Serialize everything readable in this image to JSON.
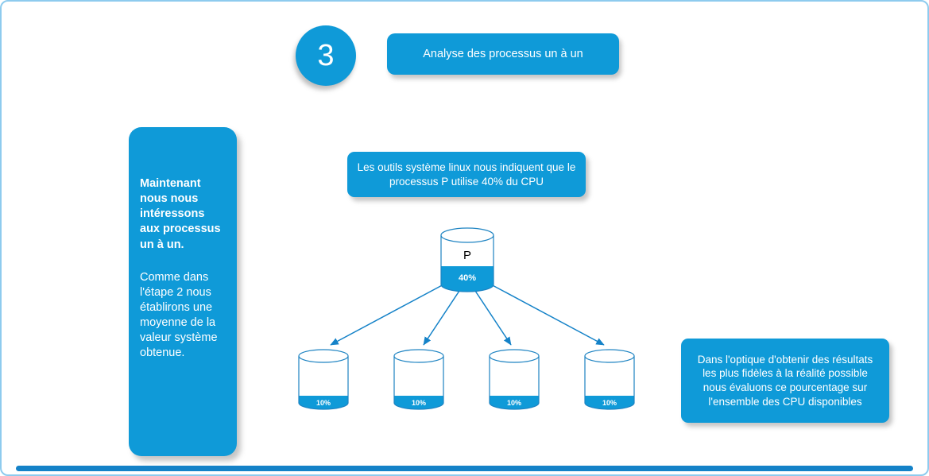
{
  "colors": {
    "accent_blue": "#0f9ad8",
    "outline_blue": "#1d83c2",
    "border_light_blue": "#8ecbee",
    "bottom_bar_blue": "#1482c8"
  },
  "step": {
    "number": "3",
    "title": "Analyse des processus un à un"
  },
  "left_panel": {
    "heading": "Maintenant nous nous intéressons aux processus un à un.",
    "body": "Comme dans l'étape 2 nous établirons une moyenne de la valeur système obtenue."
  },
  "top_callout": {
    "text": "Les outils système linux nous indiquent que le processus P utilise 40% du CPU"
  },
  "right_callout": {
    "text": "Dans l'optique d'obtenir des résultats les plus fidèles à la réalité possible nous évaluons ce pourcentage sur l'ensemble des CPU disponibles"
  },
  "diagram": {
    "main_cylinder": {
      "label": "P",
      "value": "40%"
    },
    "cpu_cylinders": [
      {
        "value": "10%"
      },
      {
        "value": "10%"
      },
      {
        "value": "10%"
      },
      {
        "value": "10%"
      }
    ]
  }
}
